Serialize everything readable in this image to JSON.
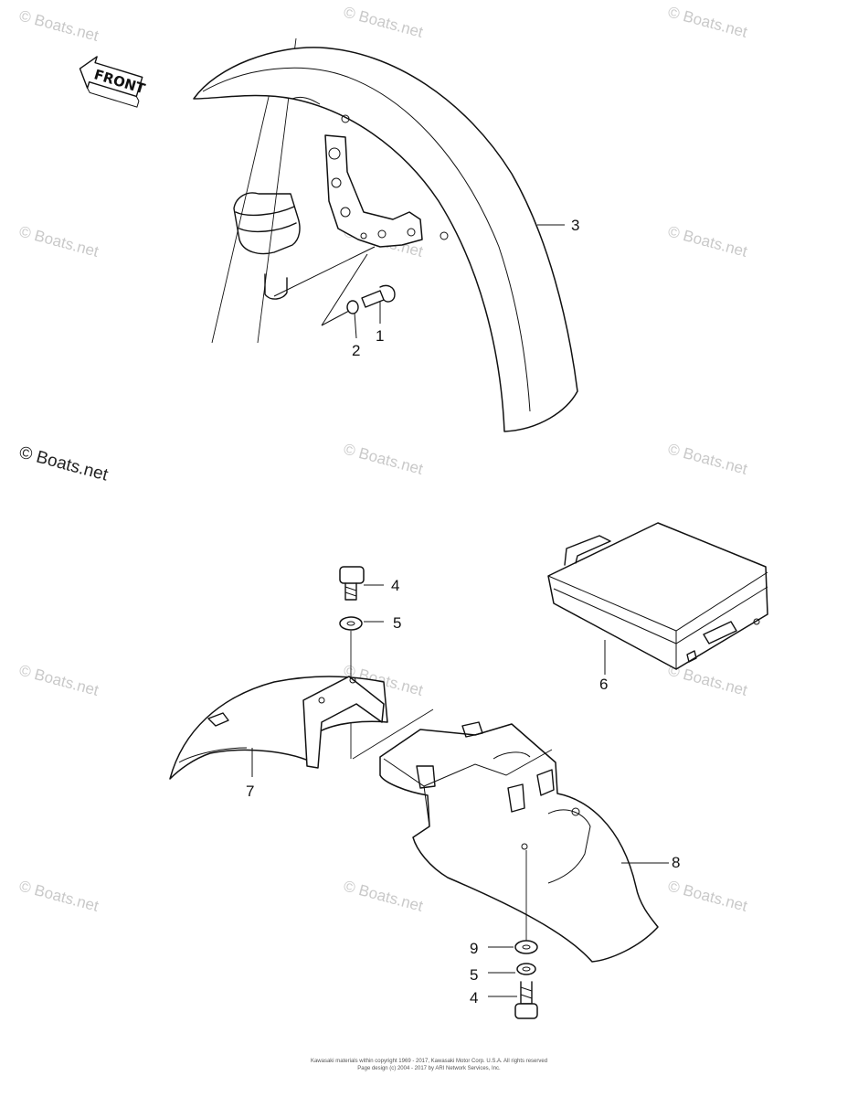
{
  "watermark": {
    "text": "© Boats.net",
    "strong_text": "© Boats.net"
  },
  "front_indicator": {
    "label": "FRONT"
  },
  "callouts": [
    {
      "number": "1"
    },
    {
      "number": "2"
    },
    {
      "number": "3"
    },
    {
      "number": "4"
    },
    {
      "number": "5"
    },
    {
      "number": "6"
    },
    {
      "number": "7"
    },
    {
      "number": "8"
    },
    {
      "number": "9"
    },
    {
      "number": "5"
    },
    {
      "number": "4"
    }
  ],
  "footer": {
    "line1": "Kawasaki materials within copyright 1969 - 2017, Kawasaki Motor Corp. U.S.A. All rights reserved",
    "line2": "Page design (c) 2004 - 2017 by ARI Network Services, Inc."
  }
}
